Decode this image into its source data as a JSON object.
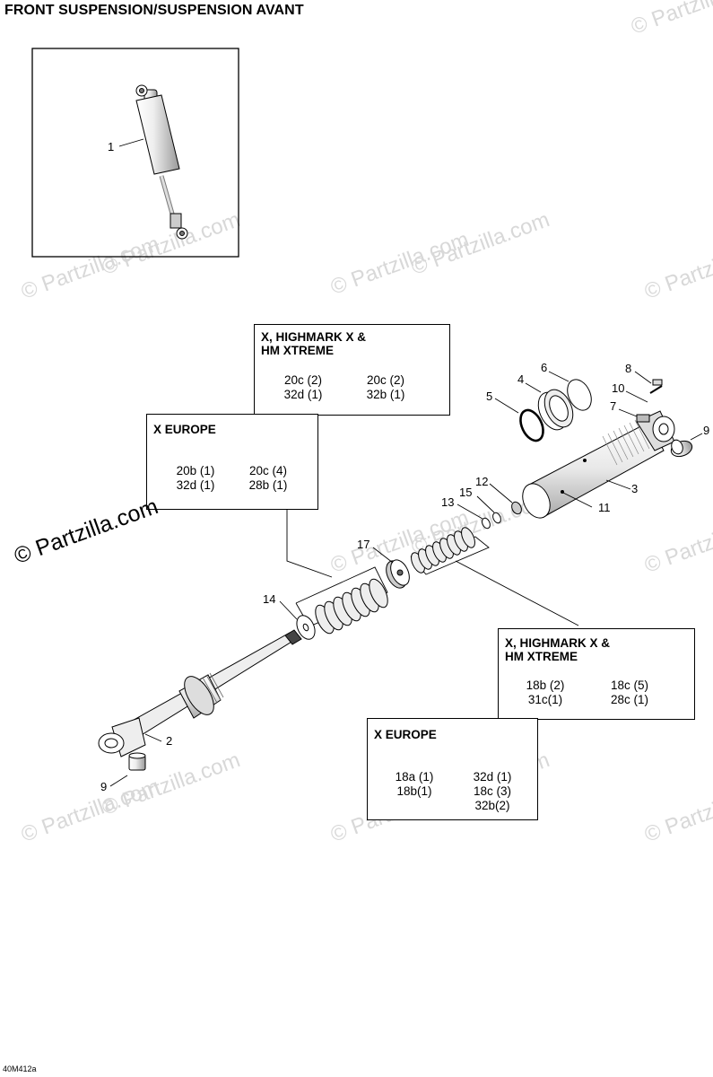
{
  "title": "FRONT SUSPENSION/SUSPENSION AVANT",
  "code": "40M412a",
  "watermark": "© Partzilla.com",
  "callouts": [
    "1",
    "2",
    "3",
    "4",
    "5",
    "6",
    "7",
    "8",
    "9",
    "9",
    "10",
    "11",
    "12",
    "13",
    "14",
    "15",
    "17"
  ],
  "boxes": {
    "top_x": {
      "heading": "X, HIGHMARK X &\nHM XTREME",
      "col1": [
        "20c (2)",
        "32d (1)"
      ],
      "col2": [
        "20c (2)",
        "32b (1)"
      ]
    },
    "top_eu": {
      "heading": "X EUROPE",
      "col1": [
        "20b (1)",
        "32d (1)"
      ],
      "col2": [
        "20c (4)",
        "28b (1)"
      ]
    },
    "bot_x": {
      "heading": "X, HIGHMARK X &\nHM XTREME",
      "col1": [
        "18b (2)",
        "31c(1)"
      ],
      "col2": [
        "18c (5)",
        "28c (1)"
      ]
    },
    "bot_eu": {
      "heading": "X EUROPE",
      "col1": [
        "18a (1)",
        "18b(1)"
      ],
      "col2": [
        "32d (1)",
        "18c (3)",
        "32b(2)"
      ]
    }
  }
}
